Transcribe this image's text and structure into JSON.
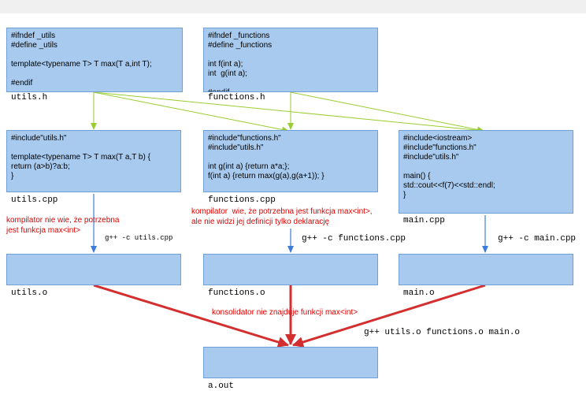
{
  "colors": {
    "box_fill": "#a8caee",
    "box_border": "#6f9fd4",
    "include_arrow": "#9acd32",
    "compile_arrow": "#3b7dd8",
    "link_arrow": "#d32f2f",
    "note_text": "#e00000"
  },
  "headers": {
    "utils_h": {
      "code": "#ifndef _utils\n#define _utils\n\ntemplate<typename T> T max(T a,int T);\n\n#endif",
      "name": "utils.h"
    },
    "functions_h": {
      "code": "#ifndef _functions\n#define _functions\n\nint f(int a);\nint  g(int a);\n\n#endif",
      "name": "functions.h"
    }
  },
  "sources": {
    "utils_cpp": {
      "code": "#include\"utils.h\"\n\ntemplate<typename T> T max(T a,T b) {\nreturn (a>b)?a:b;\n}",
      "name": "utils.cpp"
    },
    "functions_cpp": {
      "code": "#include\"functions.h\"\n#include\"utils.h\"\n\nint g(int a) {return a*a;};\nf(int a) {return max(g(a),g(a+1)); }",
      "name": "functions.cpp"
    },
    "main_cpp": {
      "code": "#include<iostream>\n#include\"functions.h\"\n#include\"utils.h\"\n\nmain() {\nstd::cout<<f(7)<<std::endl;\n}",
      "name": "main.cpp"
    }
  },
  "compile_commands": {
    "utils": "g++ -c utils.cpp",
    "functions": "g++ -c functions.cpp",
    "main": "g++ -c main.cpp"
  },
  "objects": {
    "utils_o": "utils.o",
    "functions_o": "functions.o",
    "main_o": "main.o"
  },
  "link_command": "g++ utils.o functions.o main.o",
  "output": {
    "name": "a.out"
  },
  "notes": {
    "utils_compile": "kompilator nie wie, że potrzebna\njest funkcja max<int>",
    "functions_compile": "kompilator  wie, że potrzebna jest funkcja max<int>,\nale nie widzi jej definicji tylko deklarację",
    "linker": "konsolidator nie znajduje funkcji max<int>"
  }
}
